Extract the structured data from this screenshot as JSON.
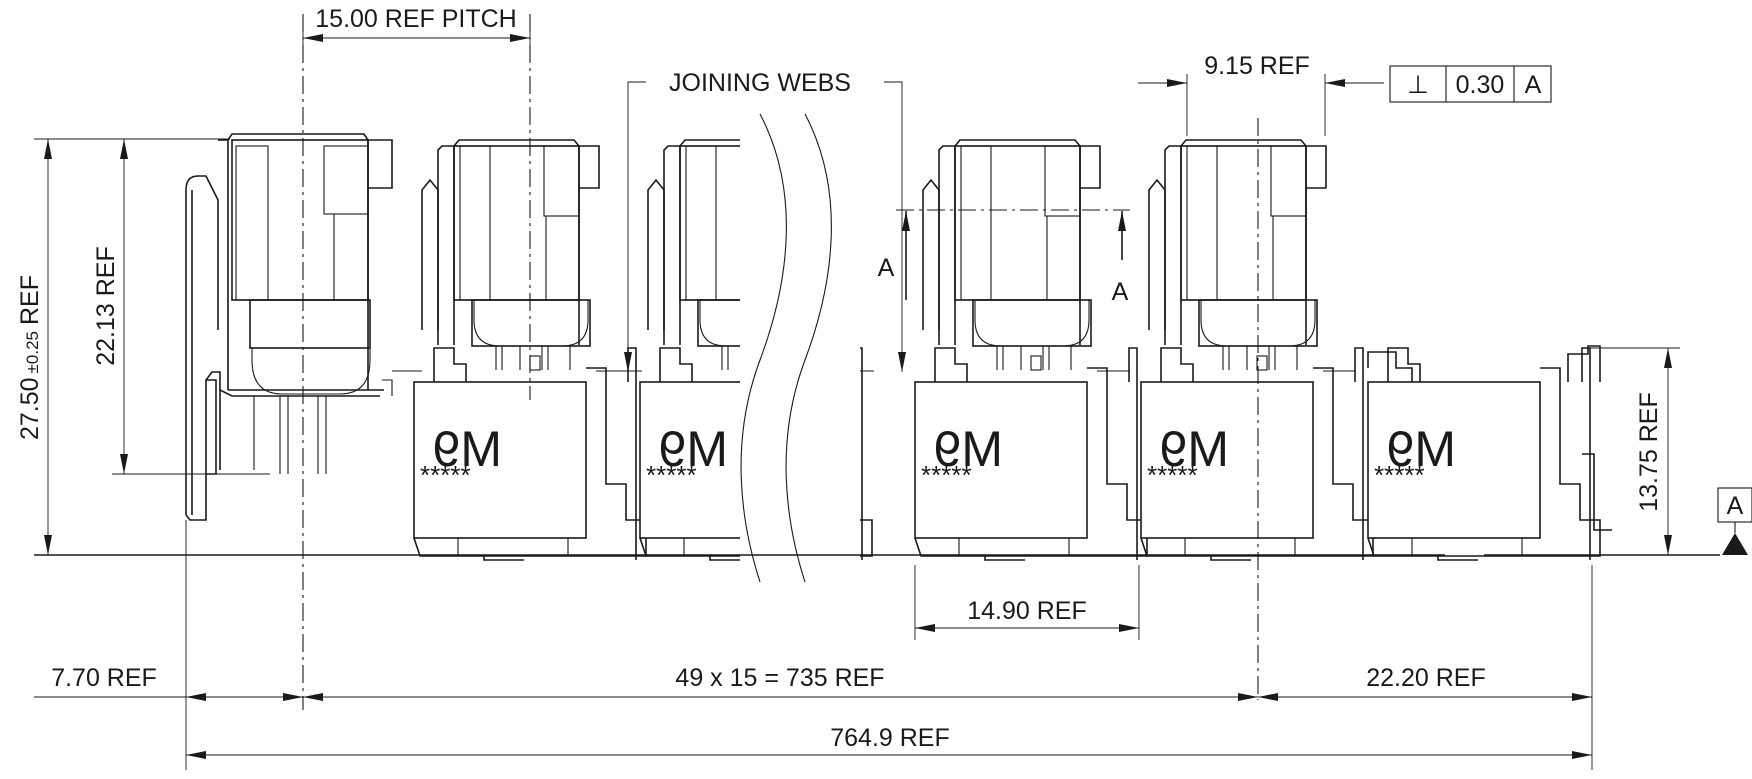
{
  "dimensions": {
    "pitch": "15.00 REF PITCH",
    "joining_webs": "JOINING WEBS",
    "width_915": "9.15 REF",
    "fcf_symbol": "⊥",
    "fcf_value": "0.30",
    "fcf_datum": "A",
    "overall_height": "27.50",
    "overall_height_tol": "±0.25",
    "overall_height_suffix": "REF",
    "height_2213": "22.13 REF",
    "height_1375": "13.75 REF",
    "datum_a": "A",
    "section_a_left": "A",
    "section_a_right": "A",
    "width_1490": "14.90 REF",
    "offset_770": "7.70  REF",
    "pitch_total": "49 x 15 = 735 REF",
    "end_2220": "22.20 REF",
    "overall_length": "764.9 REF"
  },
  "module_marking": {
    "stars": "*****",
    "code": "M9"
  }
}
